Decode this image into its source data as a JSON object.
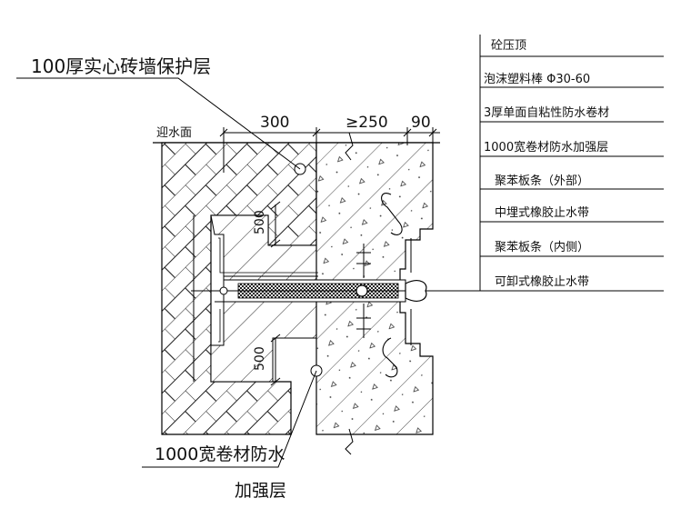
{
  "title_label": "100厚实心砖墙保护层",
  "water_face_label": "迎水面",
  "dimensions": {
    "wall_width": "300",
    "slab_width": "≥250",
    "edge_width": "90",
    "upper_height": "500",
    "lower_height": "500"
  },
  "bottom_label_line1": "1000宽卷材防水",
  "bottom_label_line2": "加强层",
  "legend_items": [
    "砼压顶",
    "泡沫塑料棒 Φ30-60",
    "3厚单面自粘性防水卷材",
    "1000宽卷材防水加强层",
    "聚苯板条（外部）",
    "中埋式橡胶止水带",
    "聚苯板条（内侧）",
    "可卸式橡胶止水带"
  ]
}
